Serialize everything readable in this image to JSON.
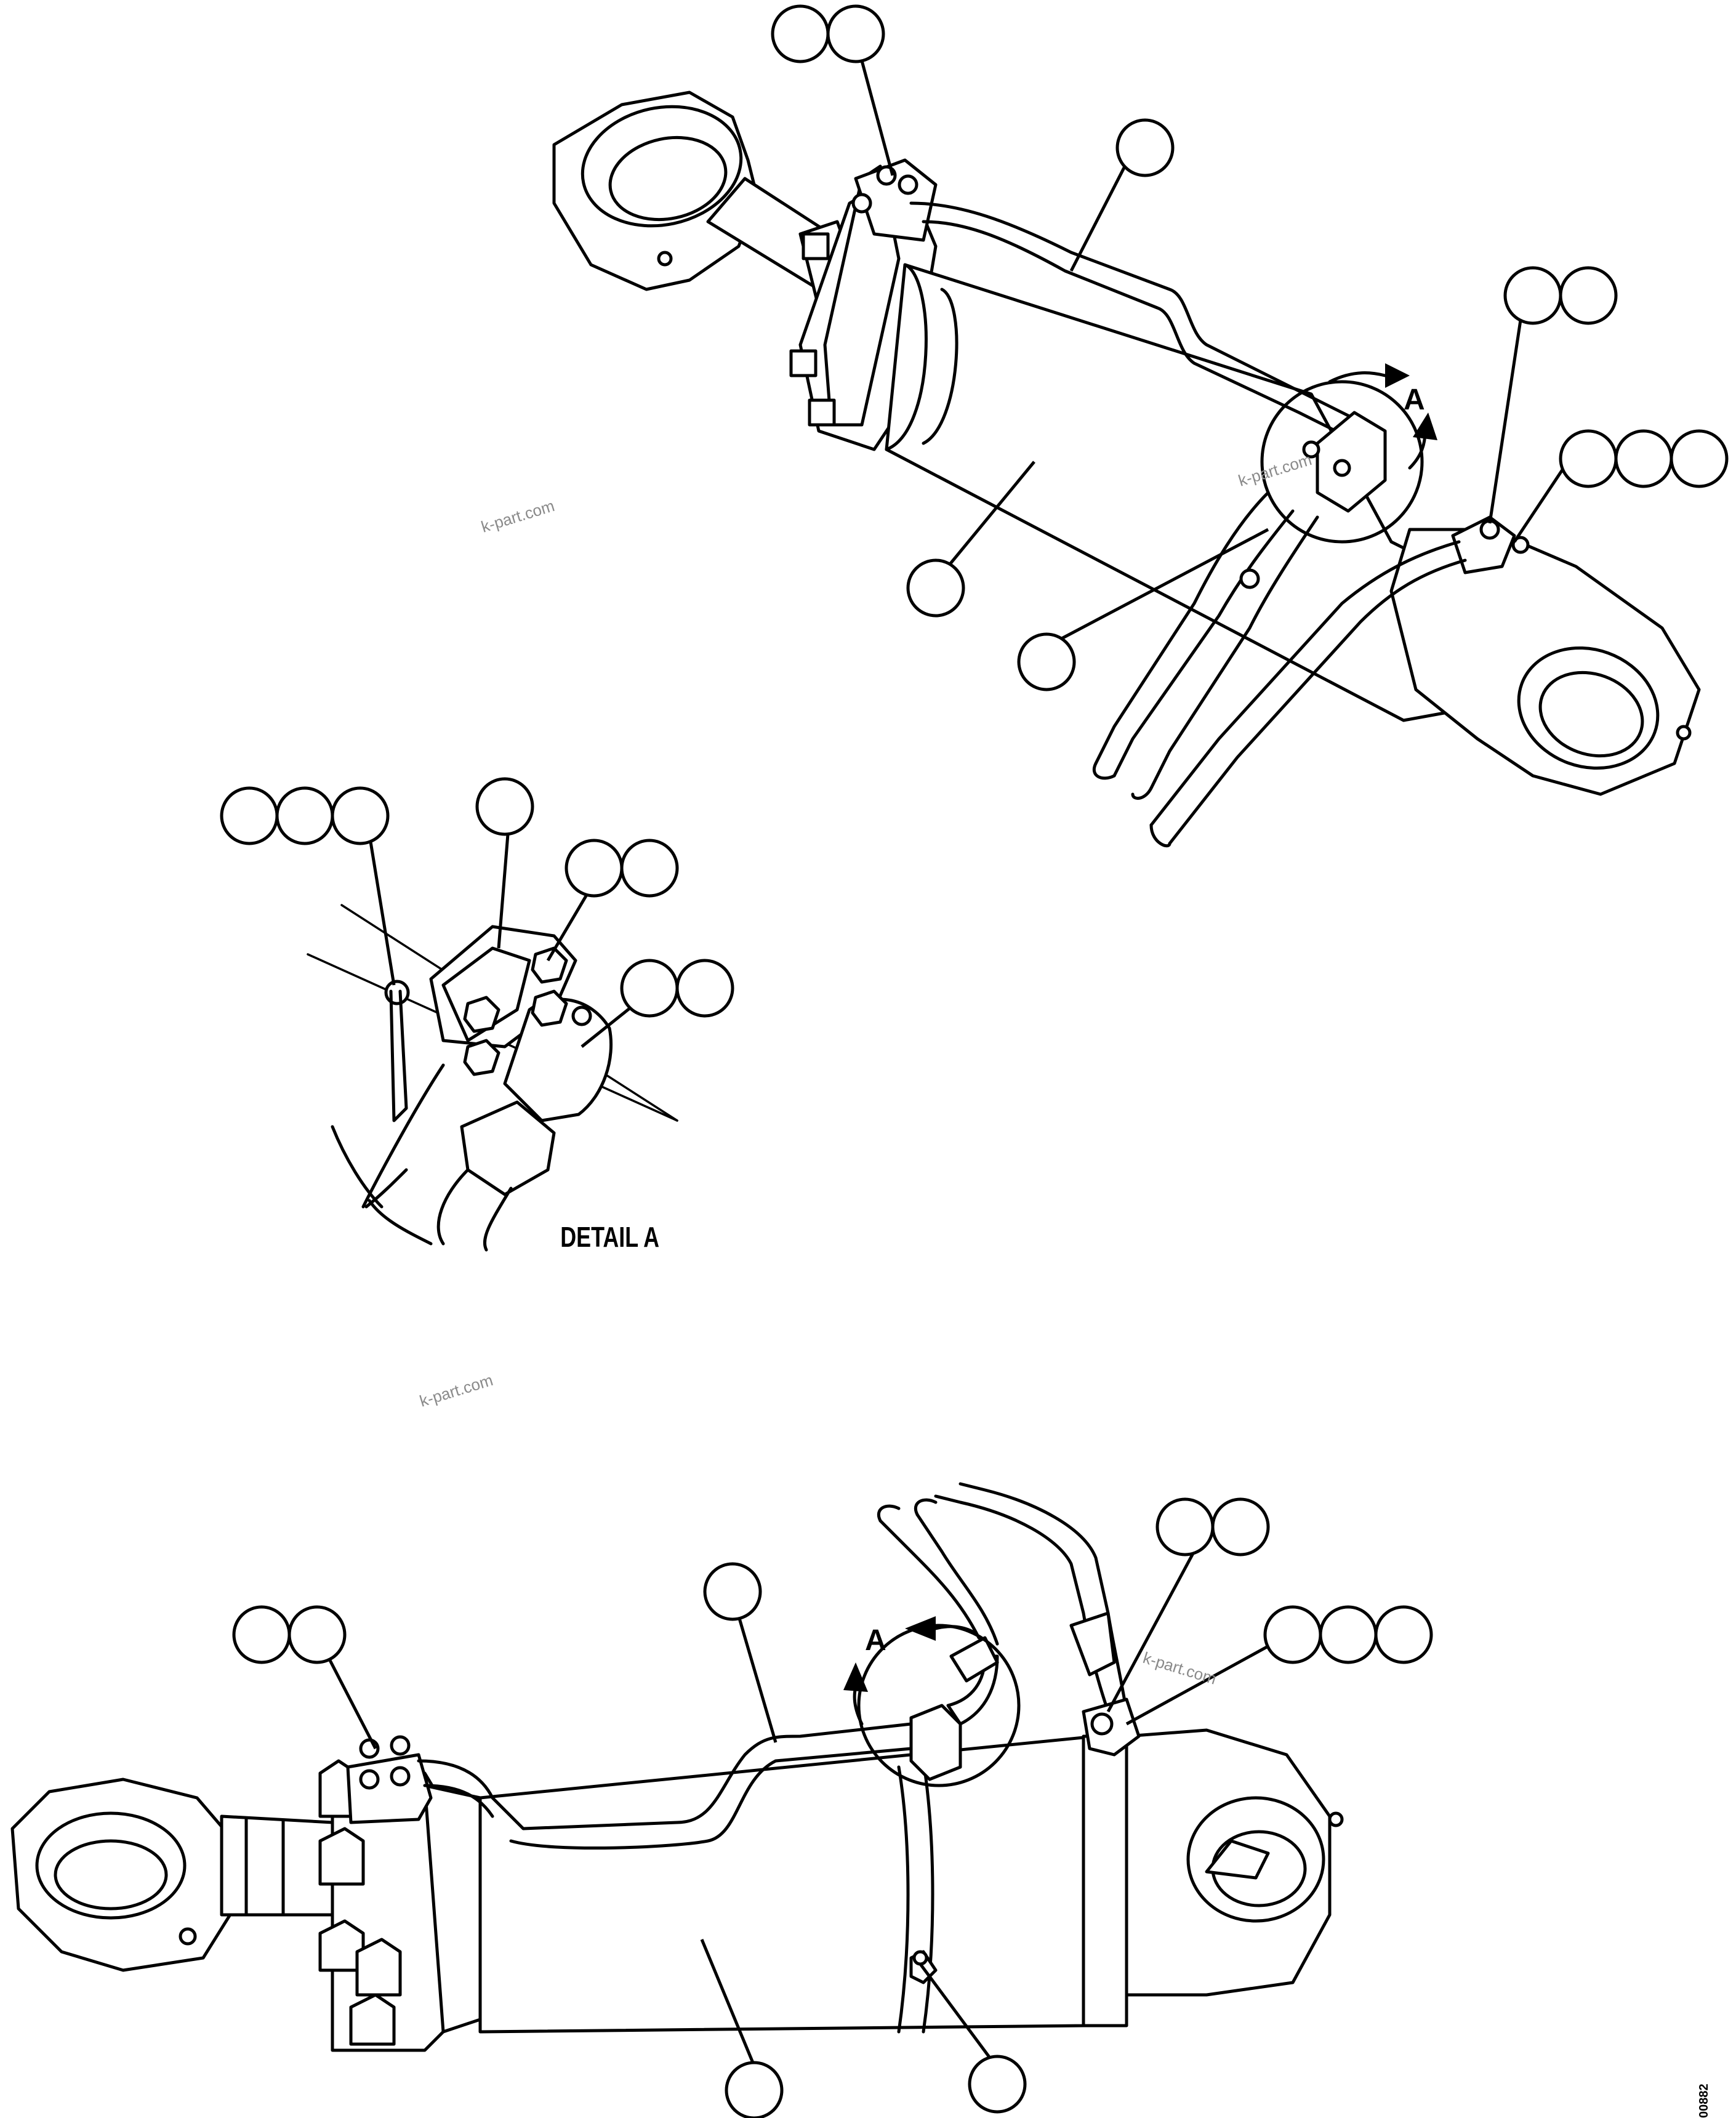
{
  "detail_label": "DETAIL A",
  "view_marker_top": "A",
  "view_marker_bottom": "A",
  "watermarks": [
    "k-part.com",
    "k-part.com",
    "k-part.com",
    "k-part.com"
  ],
  "figure_code": "00882"
}
